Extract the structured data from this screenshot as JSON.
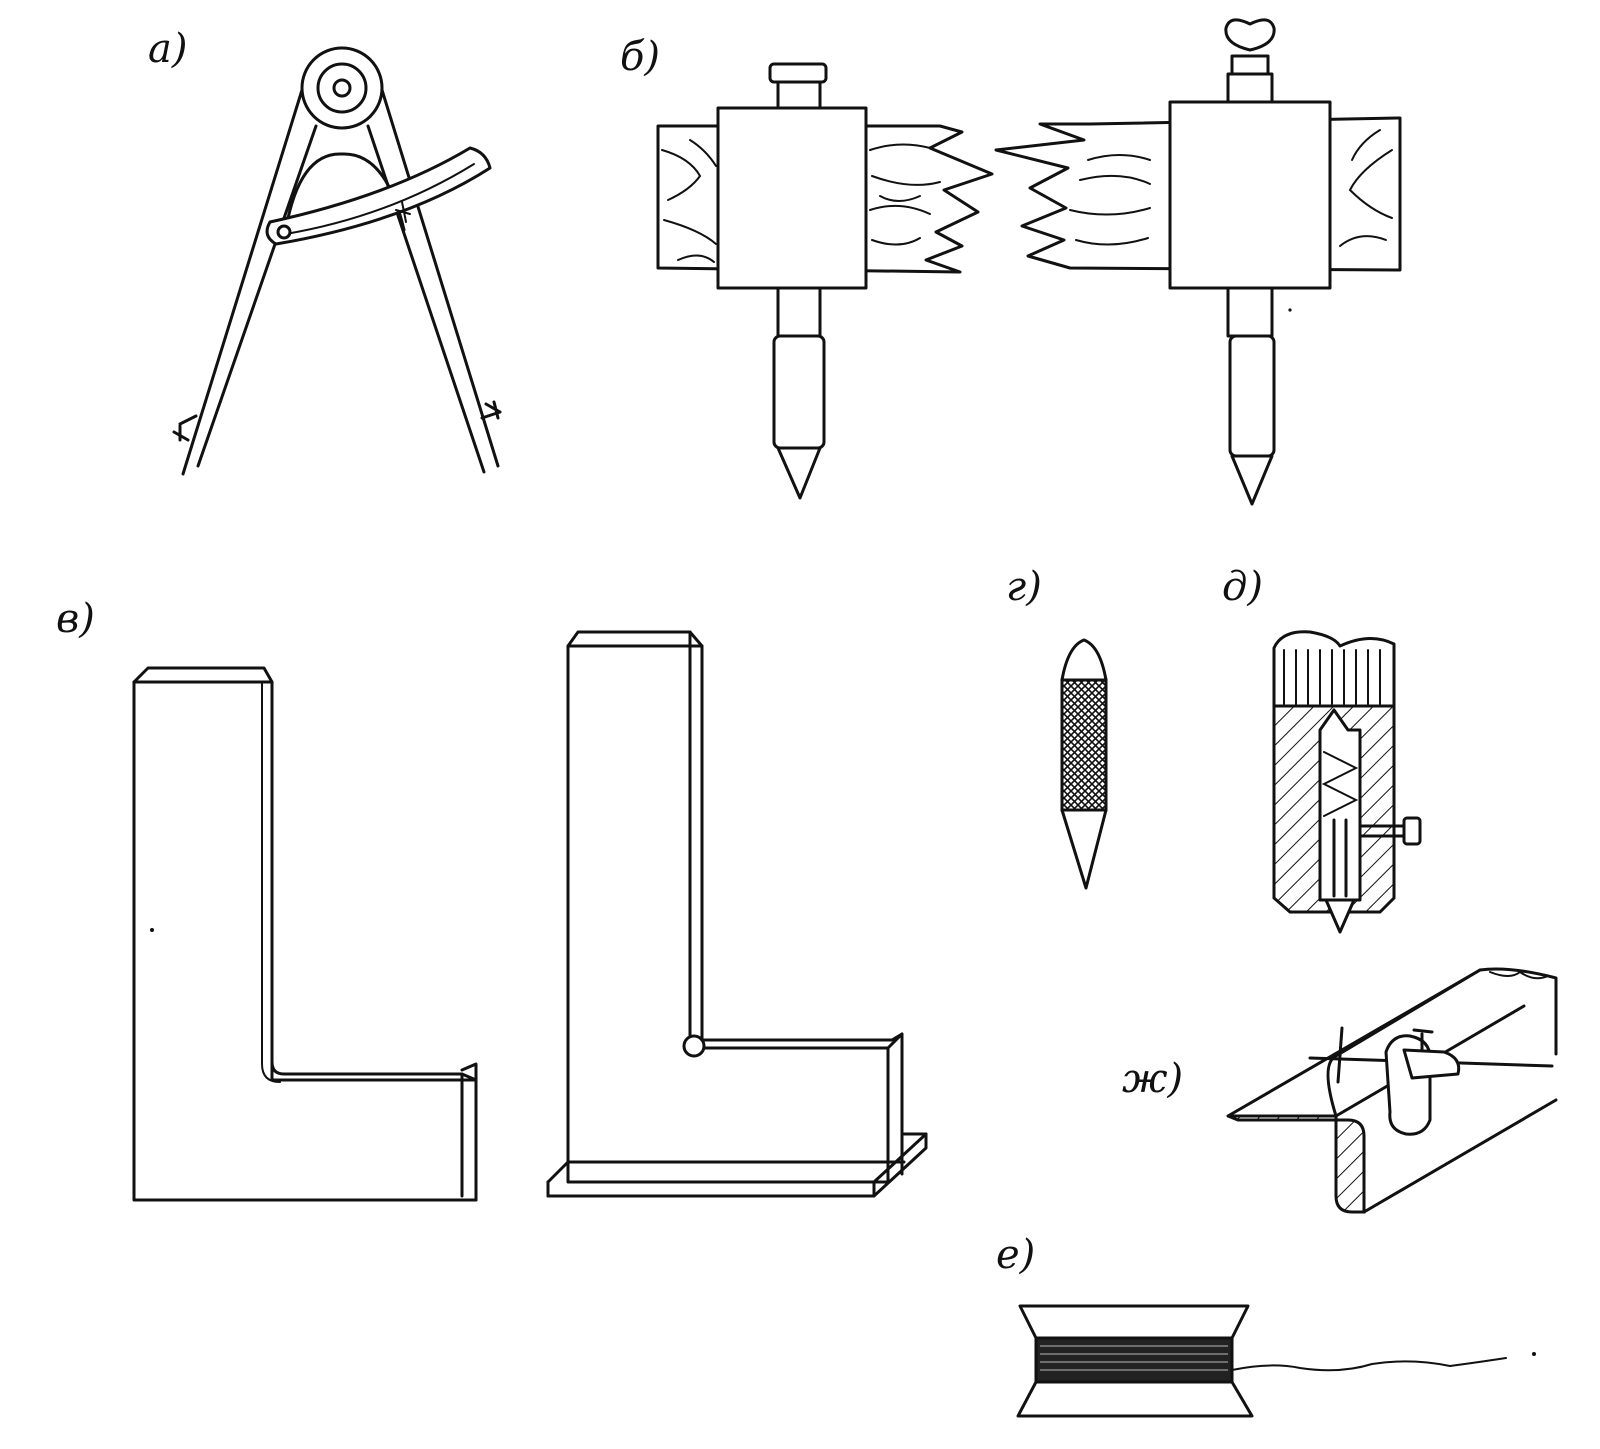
{
  "figure": {
    "labels": {
      "a": "а)",
      "b": "б)",
      "v": "в)",
      "g": "г)",
      "d": "д)",
      "zh": "ж)",
      "e": "е)"
    }
  }
}
